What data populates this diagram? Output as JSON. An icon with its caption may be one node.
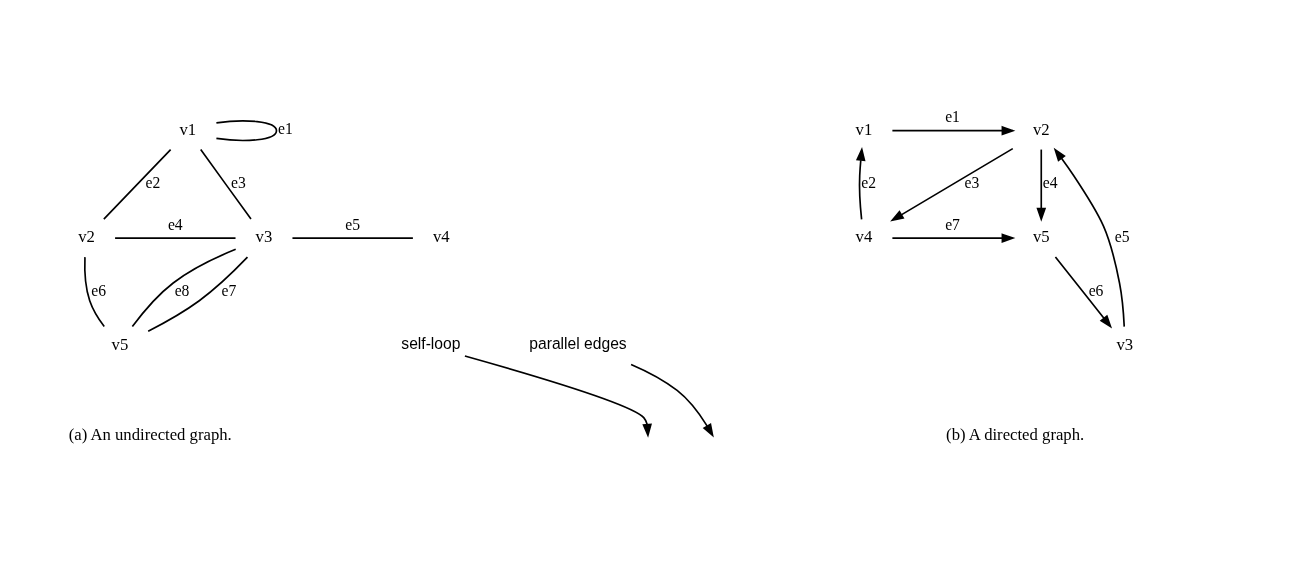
{
  "diagram": {
    "nodes": [
      {
        "text": [
          "v1"
        ]
      },
      {
        "text": [
          "v2"
        ]
      },
      {
        "text": [
          "v3"
        ]
      },
      {
        "text": [
          "v4"
        ]
      },
      {
        "text": [
          "v5"
        ]
      },
      {
        "text": [
          "self-loop"
        ]
      },
      {
        "text": [
          "parallel edges"
        ]
      },
      {
        "text": [
          "v1"
        ]
      },
      {
        "text": [
          "v2"
        ]
      },
      {
        "text": [
          "v3"
        ]
      },
      {
        "text": [
          "v4"
        ]
      },
      {
        "text": [
          "v5"
        ]
      }
    ],
    "edges": [
      {
        "from": 0,
        "to": 0,
        "arrow": "none",
        "label": "e1"
      },
      {
        "from": 0,
        "to": 1,
        "arrow": "none",
        "label": "e2"
      },
      {
        "from": 0,
        "to": 2,
        "arrow": "none",
        "label": "e3"
      },
      {
        "from": 1,
        "to": 2,
        "arrow": "none",
        "label": "e4"
      },
      {
        "from": 2,
        "to": 3,
        "arrow": "none",
        "label": "e5"
      },
      {
        "from": 1,
        "to": 4,
        "arrow": "none",
        "label": "e6"
      },
      {
        "from": 4,
        "to": 2,
        "arrow": "none",
        "label": "e7"
      },
      {
        "from": 4,
        "to": 2,
        "arrow": "none",
        "label": "e8"
      },
      {
        "from": 5,
        "to": null,
        "arrow": "to"
      },
      {
        "from": 6,
        "to": null,
        "arrow": "to"
      },
      {
        "from": 7,
        "to": 8,
        "arrow": "to",
        "label": "e1"
      },
      {
        "from": 10,
        "to": 7,
        "arrow": "to",
        "label": "e2"
      },
      {
        "from": 8,
        "to": 10,
        "arrow": "to",
        "label": "e3"
      },
      {
        "from": 8,
        "to": 11,
        "arrow": "to",
        "label": "e4"
      },
      {
        "from": 9,
        "to": 8,
        "arrow": "to",
        "label": "e5"
      },
      {
        "from": 11,
        "to": 9,
        "arrow": "to",
        "label": "e6"
      },
      {
        "from": 10,
        "to": 11,
        "arrow": "to",
        "label": "e7"
      }
    ],
    "labels": [
      "(a) An undirected graph.",
      "(b) A directed graph."
    ]
  }
}
